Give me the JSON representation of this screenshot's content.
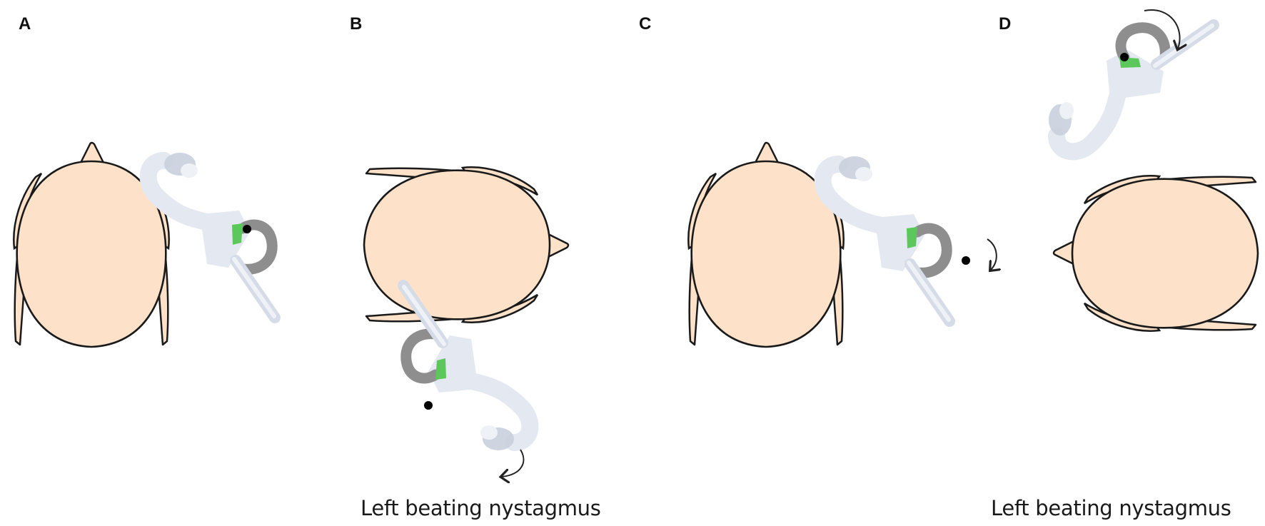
{
  "figure": {
    "panels": [
      {
        "id": "A",
        "label": "A",
        "head_orientation": "nose-up",
        "caption": null
      },
      {
        "id": "B",
        "label": "B",
        "head_orientation": "nose-right",
        "caption": "Left beating nystagmus"
      },
      {
        "id": "C",
        "label": "C",
        "head_orientation": "nose-up",
        "caption": null
      },
      {
        "id": "D",
        "label": "D",
        "head_orientation": "nose-left",
        "caption": "Left beating nystagmus"
      }
    ]
  },
  "colors": {
    "skin": "#FDE1C9",
    "outline": "#1a1a1a",
    "labyrinth": "#E4E8F0",
    "labyrinth_shade": "#C9D0DD",
    "canal_highlight": "#8E8E8E",
    "cupula": "#5CC85C",
    "otolith": "#000000"
  }
}
